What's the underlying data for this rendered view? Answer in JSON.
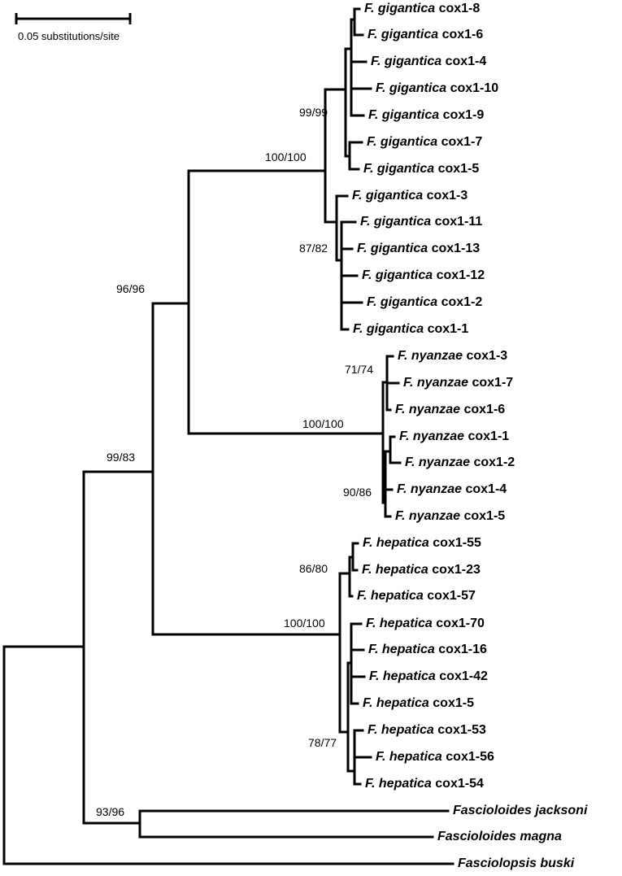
{
  "scale": {
    "label": "0.05 substitutions/site"
  },
  "taxa": [
    {
      "id": "gig8",
      "genus": "F. gigantica",
      "gene": "cox1-8"
    },
    {
      "id": "gig6",
      "genus": "F. gigantica",
      "gene": "cox1-6"
    },
    {
      "id": "gig4",
      "genus": "F. gigantica",
      "gene": "cox1-4"
    },
    {
      "id": "gig10",
      "genus": "F. gigantica",
      "gene": "cox1-10"
    },
    {
      "id": "gig9",
      "genus": "F. gigantica",
      "gene": "cox1-9"
    },
    {
      "id": "gig7",
      "genus": "F. gigantica",
      "gene": "cox1-7"
    },
    {
      "id": "gig5",
      "genus": "F. gigantica",
      "gene": "cox1-5"
    },
    {
      "id": "gig3",
      "genus": "F. gigantica",
      "gene": "cox1-3"
    },
    {
      "id": "gig11",
      "genus": "F. gigantica",
      "gene": "cox1-11"
    },
    {
      "id": "gig13",
      "genus": "F. gigantica",
      "gene": "cox1-13"
    },
    {
      "id": "gig12",
      "genus": "F. gigantica",
      "gene": "cox1-12"
    },
    {
      "id": "gig2",
      "genus": "F. gigantica",
      "gene": "cox1-2"
    },
    {
      "id": "gig1",
      "genus": "F. gigantica",
      "gene": "cox1-1"
    },
    {
      "id": "nya3",
      "genus": "F. nyanzae",
      "gene": "cox1-3"
    },
    {
      "id": "nya7",
      "genus": "F. nyanzae",
      "gene": "cox1-7"
    },
    {
      "id": "nya6",
      "genus": "F. nyanzae",
      "gene": "cox1-6"
    },
    {
      "id": "nya1",
      "genus": "F. nyanzae",
      "gene": "cox1-1"
    },
    {
      "id": "nya2",
      "genus": "F. nyanzae",
      "gene": "cox1-2"
    },
    {
      "id": "nya4",
      "genus": "F. nyanzae",
      "gene": "cox1-4"
    },
    {
      "id": "nya5",
      "genus": "F. nyanzae",
      "gene": "cox1-5"
    },
    {
      "id": "hep55",
      "genus": "F. hepatica",
      "gene": "cox1-55"
    },
    {
      "id": "hep23",
      "genus": "F. hepatica",
      "gene": "cox1-23"
    },
    {
      "id": "hep57",
      "genus": "F. hepatica",
      "gene": "cox1-57"
    },
    {
      "id": "hep70",
      "genus": "F. hepatica",
      "gene": "cox1-70"
    },
    {
      "id": "hep16",
      "genus": "F. hepatica",
      "gene": "cox1-16"
    },
    {
      "id": "hep42",
      "genus": "F. hepatica",
      "gene": "cox1-42"
    },
    {
      "id": "hep5",
      "genus": "F. hepatica",
      "gene": "cox1-5"
    },
    {
      "id": "hep53",
      "genus": "F. hepatica",
      "gene": "cox1-53"
    },
    {
      "id": "hep56",
      "genus": "F. hepatica",
      "gene": "cox1-56"
    },
    {
      "id": "hep54",
      "genus": "F. hepatica",
      "gene": "cox1-54"
    },
    {
      "id": "fjack",
      "genus": "Fascioloides jacksoni",
      "gene": ""
    },
    {
      "id": "fmag",
      "genus": "Fascioloides magna",
      "gene": ""
    },
    {
      "id": "fbus",
      "genus": "Fasciolopsis buski",
      "gene": ""
    }
  ],
  "support_values": [
    {
      "id": "gig_upper",
      "text": "99/99"
    },
    {
      "id": "gig_clade",
      "text": "100/100"
    },
    {
      "id": "gig_lower",
      "text": "87/82"
    },
    {
      "id": "gig_nya",
      "text": "96/96"
    },
    {
      "id": "nya_upper",
      "text": "71/74"
    },
    {
      "id": "nya_clade",
      "text": "100/100"
    },
    {
      "id": "nya_lower",
      "text": "90/86"
    },
    {
      "id": "fasciola",
      "text": "99/83"
    },
    {
      "id": "hep_upper",
      "text": "86/80"
    },
    {
      "id": "hep_clade",
      "text": "100/100"
    },
    {
      "id": "hep_lower",
      "text": "78/77"
    },
    {
      "id": "fascioloides",
      "text": "93/96"
    }
  ]
}
